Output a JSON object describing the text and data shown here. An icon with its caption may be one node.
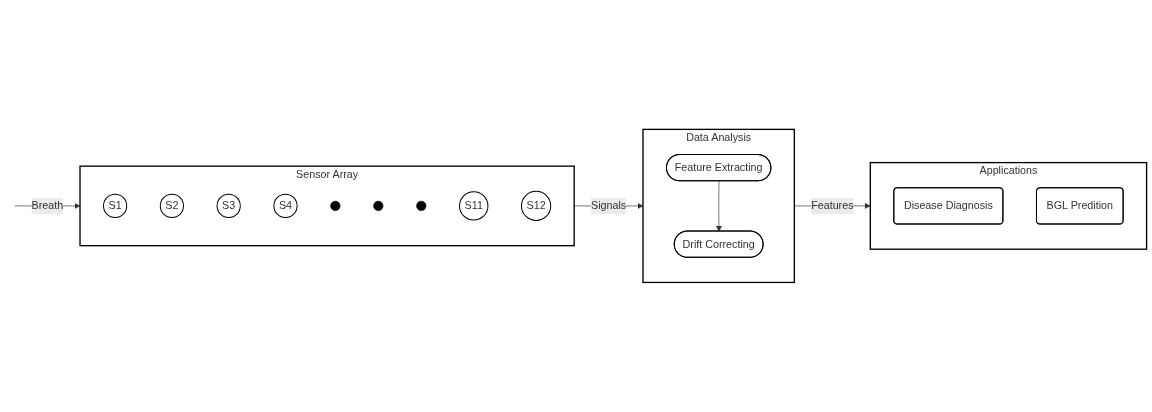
{
  "diagram": {
    "nodes": [
      {
        "text": [
          "Sensor Array"
        ]
      },
      {
        "text": [
          "S1"
        ],
        "in": 0
      },
      {
        "text": [
          "S2"
        ],
        "in": 0
      },
      {
        "text": [
          "S3"
        ],
        "in": 0
      },
      {
        "text": [
          "S4"
        ],
        "in": 0
      },
      {
        "text": [],
        "shape": "circle",
        "in": 0
      },
      {
        "text": [],
        "shape": "circle",
        "in": 0
      },
      {
        "text": [],
        "shape": "circle",
        "in": 0
      },
      {
        "text": [
          "S11"
        ],
        "in": 0
      },
      {
        "text": [
          "S12"
        ],
        "in": 0
      },
      {
        "text": [
          "Data Analysis"
        ]
      },
      {
        "text": [
          "Feature Extracting"
        ],
        "in": 10
      },
      {
        "text": [
          "Drift Correcting"
        ],
        "in": 10
      },
      {
        "text": [
          "Applications"
        ]
      },
      {
        "text": [
          "Disease Diagnosis"
        ],
        "in": 13
      },
      {
        "text": [
          "BGL Predition"
        ],
        "in": 13
      }
    ],
    "edges": [
      {
        "from": null,
        "to": 0,
        "arrow": "to",
        "label": "Breath"
      },
      {
        "from": 0,
        "to": 10,
        "arrow": "to",
        "label": "Signals"
      },
      {
        "from": 11,
        "to": 12,
        "arrow": "to"
      },
      {
        "from": 10,
        "to": 13,
        "arrow": "to",
        "label": "Features"
      }
    ]
  }
}
